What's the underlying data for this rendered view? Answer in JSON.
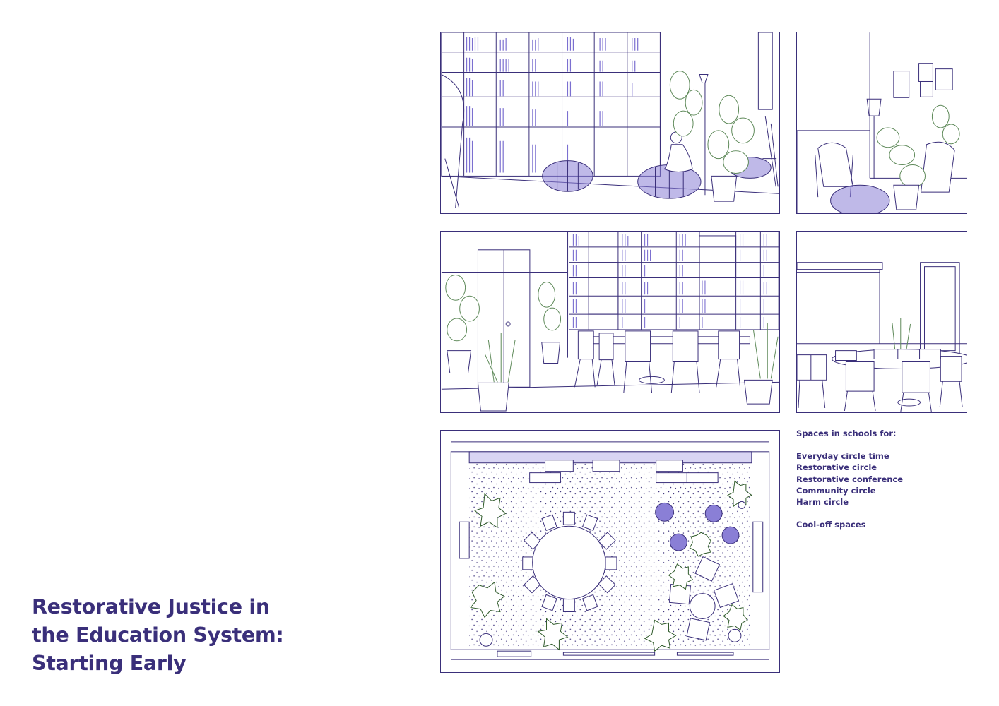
{
  "title": {
    "lines": [
      "Restorative Justice in",
      "the Education System:",
      "Starting Early"
    ]
  },
  "legend": {
    "heading": "Spaces in schools for:",
    "items": [
      "Everyday circle time",
      "Restorative circle",
      "Restorative conference",
      "Community circle",
      "Harm circle"
    ],
    "extra": "Cool-off spaces"
  },
  "colors": {
    "ink": "#3a2f7a",
    "accent": "#7b6fd0",
    "plant": "#5f8a5a",
    "fill": "#8a7fd6"
  }
}
